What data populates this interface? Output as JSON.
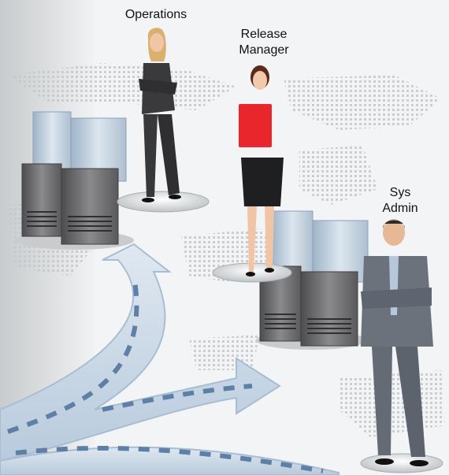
{
  "roles": {
    "operations": {
      "line1": "Operations"
    },
    "release_manager": {
      "line1": "Release",
      "line2": "Manager"
    },
    "sys_admin": {
      "line1": "Sys",
      "line2": "Admin"
    }
  },
  "icons": {
    "left": "server-cluster-icon",
    "right": "server-cluster-icon",
    "arrows": "road-arrows-icon"
  },
  "colors": {
    "background": "#f4f5f6",
    "folder": "#e8262b",
    "server_front": "#6e6e70",
    "server_back": "#b9c9d8"
  }
}
